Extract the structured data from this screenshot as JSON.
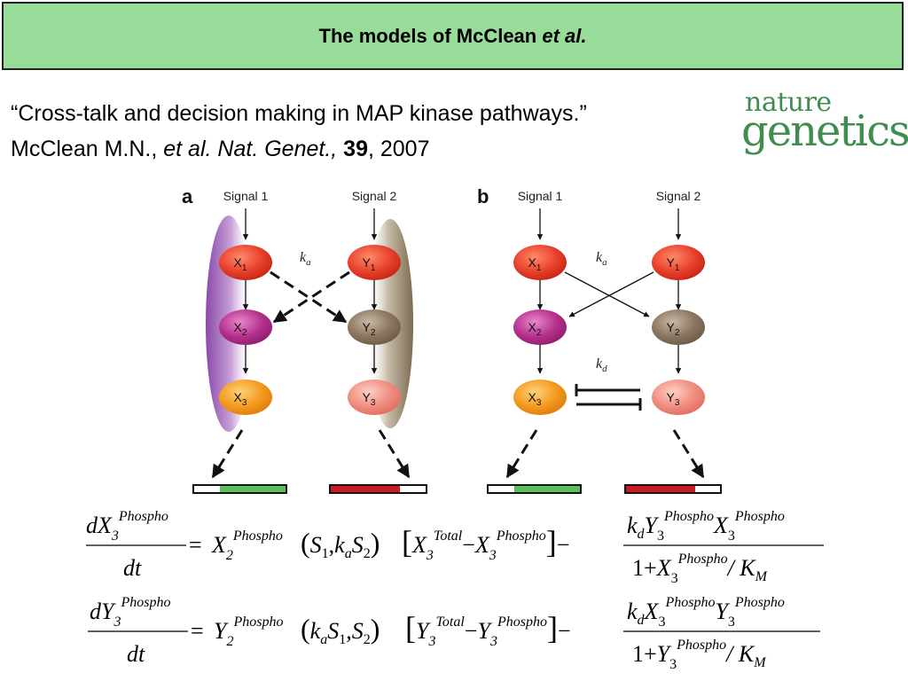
{
  "title": {
    "main": "The models of McClean ",
    "italic": "et al."
  },
  "citation": {
    "line1": "“Cross-talk and decision making in MAP kinase pathways.”",
    "authors": "McClean M.N., ",
    "etal": "et al.",
    "journal": "Nat. Genet.,",
    "volume": "39",
    "year": ", 2007"
  },
  "logo": {
    "top": "nature",
    "bottom": "genetics"
  },
  "diagram": {
    "panel_a_label": "a",
    "panel_b_label": "b",
    "signal1": "Signal 1",
    "signal2": "Signal 2",
    "node_x": "X",
    "node_y": "Y",
    "sub1": "1",
    "sub2": "2",
    "sub3": "3",
    "k": "k",
    "ka_sub": "a",
    "kd_sub": "d"
  },
  "equations": {
    "dX3": {
      "d_var": "dX",
      "sub3": "3",
      "phospho": "Phospho",
      "dt": "dt",
      "eq": "=",
      "X2": "X",
      "sub2": "2",
      "paren_open": "(",
      "S1": "S",
      "s1sub": "1",
      "comma": ",",
      "ka": "k",
      "ka_sub": "a",
      "S2": "S",
      "s2sub": "2",
      "paren_close": ")",
      "br_open": "[",
      "X3tot": "X",
      "total": "Total",
      "minus": "−",
      "X3ph": "X",
      "br_close": "]",
      "minus2": "−",
      "kd": "k",
      "kd_sub": "d",
      "Yvar": "Y",
      "Xvar": "X",
      "one_plus": "1+",
      "den_var": "X",
      "slash_KM": "/ K",
      "KM_sub": "M"
    },
    "dY3": {
      "d_var": "dY",
      "sub3": "3",
      "phospho": "Phospho",
      "dt": "dt",
      "eq": "=",
      "Y2": "Y",
      "sub2": "2",
      "paren_open": "(",
      "ka": "k",
      "ka_sub": "a",
      "S1": "S",
      "s1sub": "1",
      "comma": ",",
      "S2": "S",
      "s2sub": "2",
      "paren_close": ")",
      "br_open": "[",
      "Y3tot": "Y",
      "total": "Total",
      "minus": "−",
      "Y3ph": "Y",
      "br_close": "]",
      "minus2": "−",
      "kd": "k",
      "kd_sub": "d",
      "Xvar": "X",
      "Yvar": "Y",
      "one_plus": "1+",
      "den_var": "Y",
      "slash_KM": "/ K",
      "KM_sub": "M"
    }
  },
  "colors": {
    "title_bg": "#98dc9a",
    "logo_green": "#3f8d4f",
    "x1_red": "#e8402a",
    "x2_magenta": "#b4308c",
    "x3_orange": "#f39a1e",
    "y2_brown": "#8a7660",
    "y3_pink": "#f08c80",
    "bar_green": "#5cc05a",
    "bar_red": "#cc1c22"
  }
}
